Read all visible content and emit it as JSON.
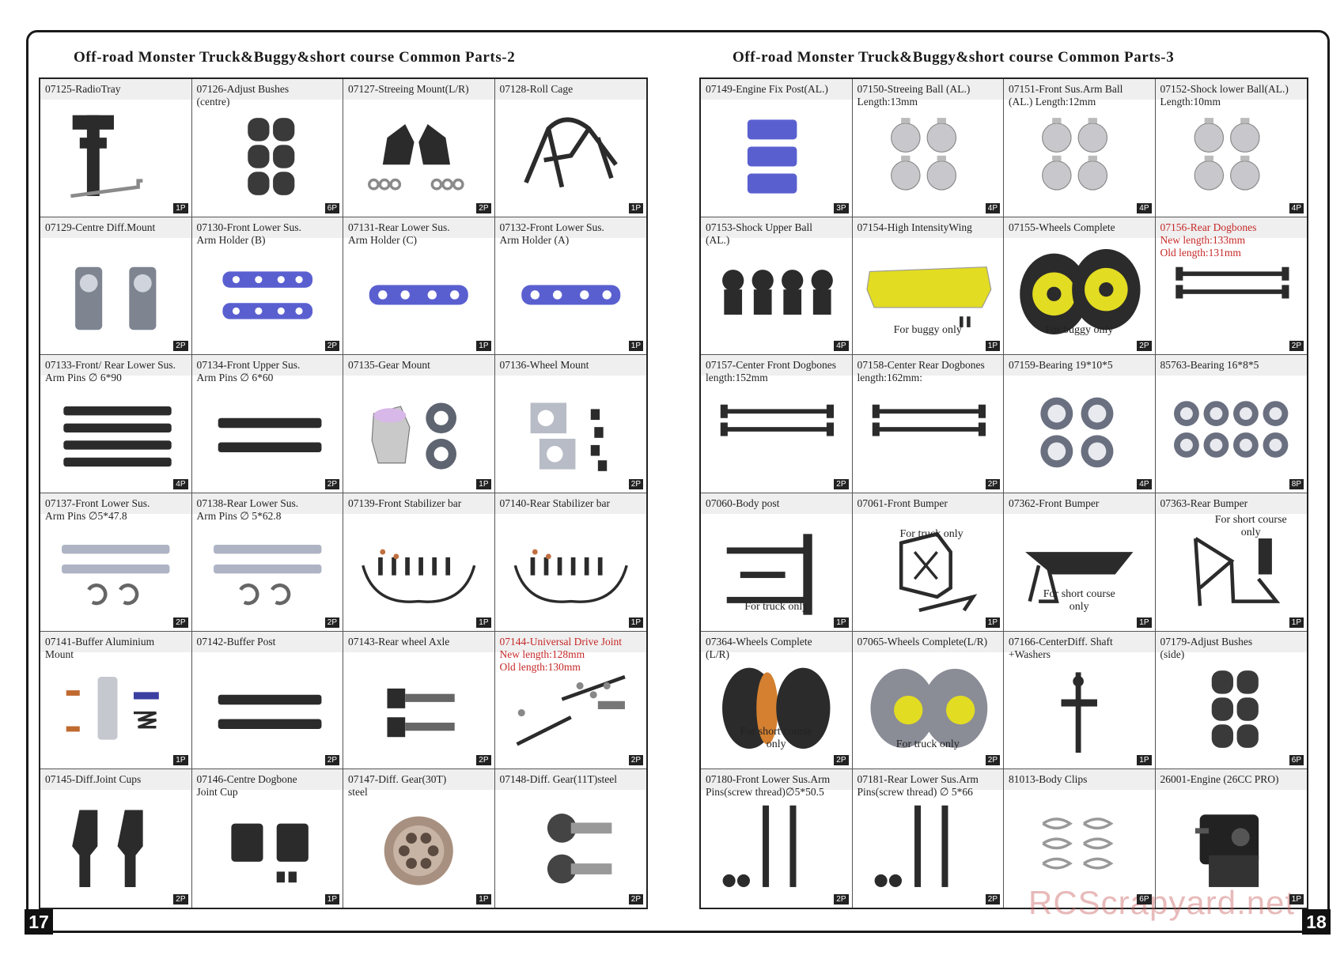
{
  "left_page": {
    "title": "Off-road Monster Truck&Buggy&short course Common Parts-2",
    "page_number": "17",
    "parts": [
      {
        "label": "07125-RadioTray",
        "qty": "1P",
        "icon": "radio-tray"
      },
      {
        "label": "07126-Adjust Bushes\n         (centre)",
        "qty": "6P",
        "icon": "bushes"
      },
      {
        "label": "07127-Streeing Mount(L/R)",
        "qty": "2P",
        "icon": "steering-mount"
      },
      {
        "label": "07128-Roll Cage",
        "qty": "1P",
        "icon": "roll-cage"
      },
      {
        "label": "07129-Centre Diff.Mount",
        "qty": "2P",
        "icon": "diff-mount"
      },
      {
        "label": "07130-Front Lower Sus.\n  Arm Holder (B)",
        "qty": "2P",
        "icon": "arm-holder-pair"
      },
      {
        "label": "07131-Rear Lower Sus.\n  Arm Holder (C)",
        "qty": "1P",
        "icon": "arm-holder"
      },
      {
        "label": "07132-Front Lower Sus.\n  Arm Holder (A)",
        "qty": "1P",
        "icon": "arm-holder"
      },
      {
        "label": "07133-Front/ Rear Lower Sus.\n  Arm Pins ∅ 6*90",
        "qty": "4P",
        "icon": "pins-4"
      },
      {
        "label": "07134-Front Upper Sus.\n  Arm Pins   ∅ 6*60",
        "qty": "2P",
        "icon": "pins-2"
      },
      {
        "label": "07135-Gear Mount",
        "qty": "1P",
        "icon": "gear-mount"
      },
      {
        "label": "07136-Wheel Mount",
        "qty": "2P",
        "icon": "wheel-mount"
      },
      {
        "label": "07137-Front Lower Sus.\n  Arm Pins ∅5*47.8",
        "qty": "2P",
        "icon": "pins-clips"
      },
      {
        "label": "07138-Rear Lower Sus.\n  Arm Pins  ∅ 5*62.8",
        "qty": "2P",
        "icon": "pins-clips"
      },
      {
        "label": "07139-Front Stabilizer bar",
        "qty": "1P",
        "icon": "stabilizer"
      },
      {
        "label": "07140-Rear Stabilizer bar",
        "qty": "1P",
        "icon": "stabilizer"
      },
      {
        "label": "07141-Buffer Aluminium\n         Mount",
        "qty": "1P",
        "icon": "buffer-mount"
      },
      {
        "label": "07142-Buffer Post",
        "qty": "2P",
        "icon": "pins-2"
      },
      {
        "label": "07143-Rear wheel Axle",
        "qty": "2P",
        "icon": "axle"
      },
      {
        "label": "07144-Universal Drive Joint\nNew length:128mm\nOld length:130mm",
        "qty": "2P",
        "icon": "drive-joint",
        "red": true
      },
      {
        "label": "07145-Diff.Joint Cups",
        "qty": "2P",
        "icon": "joint-cups"
      },
      {
        "label": "07146-Centre Dogbone\n  Joint Cup",
        "qty": "1P",
        "icon": "dogbone-cup"
      },
      {
        "label": "07147-Diff. Gear(30T)\n                        steel",
        "qty": "1P",
        "icon": "bevel-gear"
      },
      {
        "label": "07148-Diff. Gear(11T)steel",
        "qty": "2P",
        "icon": "small-gears"
      }
    ]
  },
  "right_page": {
    "title": "Off-road Monster Truck&Buggy&short course Common Parts-3",
    "page_number": "18",
    "parts": [
      {
        "label": "07149-Engine Fix Post(AL.)",
        "qty": "3P",
        "icon": "blue-posts"
      },
      {
        "label": "07150-Streeing Ball (AL.)\nLength:13mm",
        "qty": "4P",
        "icon": "balls-4"
      },
      {
        "label": "07151-Front Sus.Arm Ball\n     (AL.)   Length:12mm",
        "qty": "4P",
        "icon": "balls-4"
      },
      {
        "label": "07152-Shock lower Ball(AL.)\nLength:10mm",
        "qty": "4P",
        "icon": "balls-4"
      },
      {
        "label": "07153-Shock Upper Ball\n(AL.)",
        "qty": "4P",
        "icon": "upper-balls"
      },
      {
        "label": "07154-High IntensityWing",
        "qty": "1P",
        "icon": "wing",
        "note": "For buggy only"
      },
      {
        "label": "07155-Wheels Complete",
        "qty": "2P",
        "icon": "buggy-wheels",
        "note": "For buggy only"
      },
      {
        "label": "07156-Rear Dogbones\nNew length:133mm\nOld length:131mm",
        "qty": "2P",
        "icon": "dogbones",
        "red": true
      },
      {
        "label": "07157-Center Front Dogbones\nlength:152mm",
        "qty": "2P",
        "icon": "dogbones"
      },
      {
        "label": "07158-Center Rear Dogbones\nlength:162mm:",
        "qty": "2P",
        "icon": "dogbones"
      },
      {
        "label": "07159-Bearing       19*10*5",
        "qty": "4P",
        "icon": "bearings-4"
      },
      {
        "label": "85763-Bearing      16*8*5",
        "qty": "8P",
        "icon": "bearings-8"
      },
      {
        "label": "07060-Body post",
        "qty": "1P",
        "icon": "body-post",
        "note": "For truck only"
      },
      {
        "label": "07061-Front Bumper",
        "qty": "1P",
        "icon": "truck-bumper",
        "note": ""
      },
      {
        "label": "07362-Front Bumper",
        "qty": "1P",
        "icon": "sc-bumper",
        "note": "For short course\nonly"
      },
      {
        "label": "07363-Rear Bumper",
        "qty": "1P",
        "icon": "rear-bumper",
        "note": ""
      },
      {
        "label": "07364-Wheels Complete\n                                (L/R)",
        "qty": "2P",
        "icon": "sc-wheels",
        "note": "For short course\nonly"
      },
      {
        "label": "07065-Wheels Complete(L/R)",
        "qty": "2P",
        "icon": "truck-wheels",
        "note": "For truck only"
      },
      {
        "label": "07166-CenterDiff.  Shaft\n             +Washers",
        "qty": "1P",
        "icon": "diff-shaft"
      },
      {
        "label": "07179-Adjust Bushes\n          (side)",
        "qty": "6P",
        "icon": "bushes"
      },
      {
        "label": "07180-Front Lower Sus.Arm\nPins(screw thread)∅5*50.5",
        "qty": "2P",
        "icon": "screw-pins"
      },
      {
        "label": "07181-Rear Lower Sus.Arm\n Pins(screw thread)  ∅ 5*66",
        "qty": "2P",
        "icon": "screw-pins"
      },
      {
        "label": "81013-Body Clips",
        "qty": "6P",
        "icon": "body-clips"
      },
      {
        "label": "26001-Engine  (26CC PRO)",
        "qty": "1P",
        "icon": "engine"
      }
    ],
    "extra_notes": {
      "front_bumper_07061": "For truck only",
      "rear_bumper_07363": "For short course\nonly"
    }
  },
  "watermark": "RCScrapyard.net",
  "colors": {
    "frame": "#1a1a1a",
    "header_bg": "#efefef",
    "red_text": "#c62828",
    "part_blue": "#5a5fd0",
    "part_yellow": "#e8e020"
  }
}
